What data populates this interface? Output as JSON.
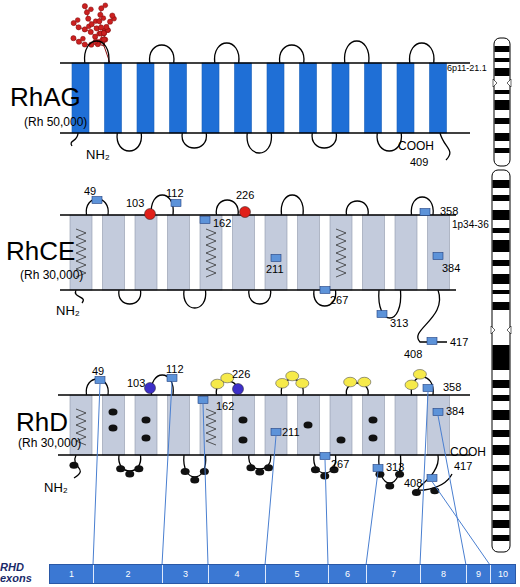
{
  "diagram": {
    "nodes": [
      {
        "text": [
          "RHD exons"
        ]
      },
      {
        "text": [
          "1"
        ],
        "in": 0
      },
      {
        "text": [
          "2"
        ],
        "in": 0
      },
      {
        "text": [
          "3"
        ],
        "in": 0
      },
      {
        "text": [
          "4"
        ],
        "in": 0
      },
      {
        "text": [
          "5"
        ],
        "in": 0
      },
      {
        "text": [
          "6"
        ],
        "in": 0
      },
      {
        "text": [
          "7"
        ],
        "in": 0
      },
      {
        "text": [
          "8"
        ],
        "in": 0
      },
      {
        "text": [
          "9"
        ],
        "in": 0
      },
      {
        "text": [
          "10"
        ],
        "in": 0
      }
    ],
    "labels": [
      "6p11-21.1",
      "RhAG",
      "(Rh 50,000)",
      "NH₂",
      "COOH",
      "409",
      "49",
      "103",
      "112",
      "162",
      "226",
      "358",
      "RhCE",
      "(Rh 30,000)",
      "1p34-36",
      "211",
      "384",
      "NH₂",
      "267",
      "313",
      "408",
      "417",
      "49",
      "103",
      "112",
      "162",
      "226",
      "358",
      "RhD",
      "(Rh 30,000)",
      "384",
      "211",
      "267",
      "313",
      "COOH",
      "417",
      "408",
      "NH₂"
    ]
  }
}
